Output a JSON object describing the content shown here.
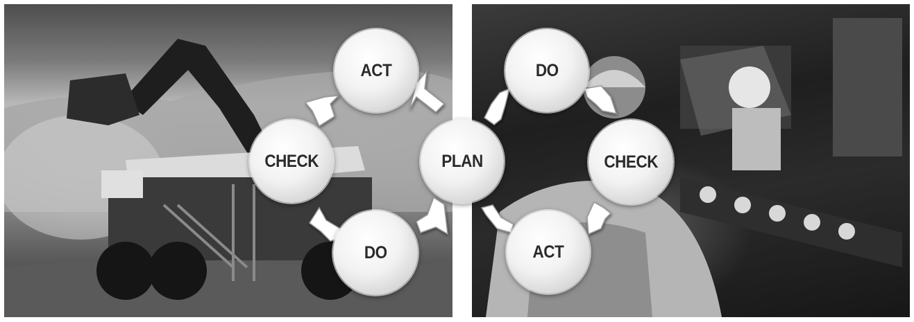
{
  "left_panel": {
    "photo": "mining haul truck and excavator",
    "nodes": {
      "act": "ACT",
      "check": "CHECK",
      "do": "DO"
    }
  },
  "center": {
    "plan": "PLAN"
  },
  "right_panel": {
    "photo": "mining workers with equipment",
    "nodes": {
      "do": "DO",
      "check": "CHECK",
      "act": "ACT"
    }
  },
  "colors": {
    "node_fill": "#f2f2f2",
    "arrow_fill": "#ffffff",
    "label_text": "#2a2a2a",
    "divider": "#ffffff"
  }
}
